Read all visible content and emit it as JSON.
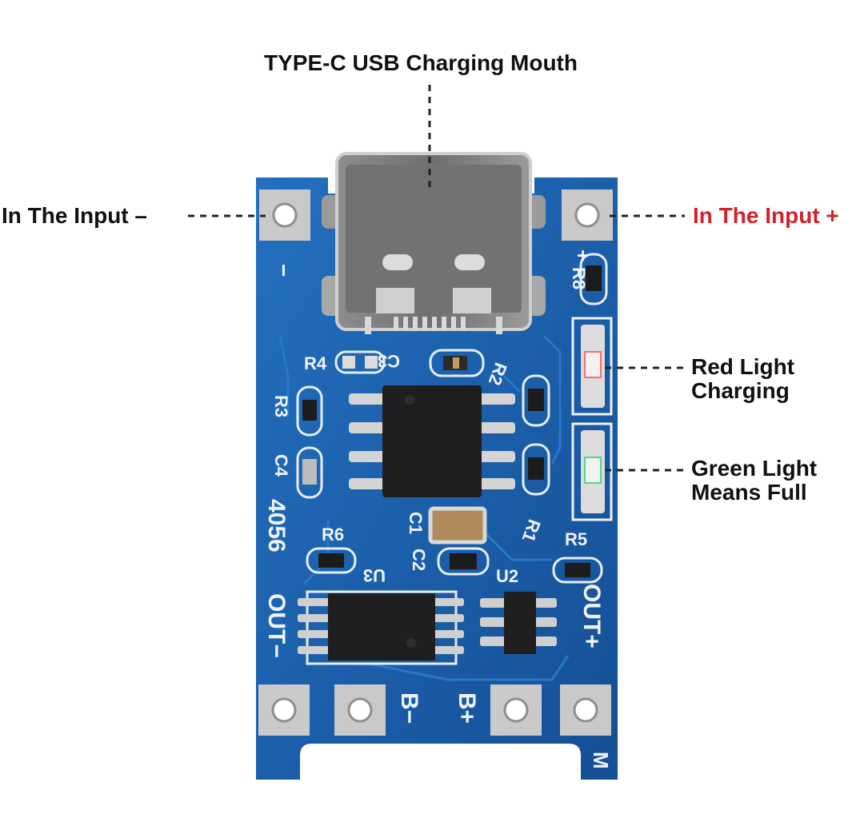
{
  "callouts": {
    "usb": "TYPE-C USB Charging Mouth",
    "input_neg": "In The Input –",
    "input_pos": "In The Input +",
    "red_light": [
      "Red Light",
      "Charging"
    ],
    "green_light": [
      "Green Light",
      "Means Full"
    ]
  },
  "silkscreen": {
    "r4": "R4",
    "c3": "C3",
    "r2": "R2",
    "r3": "R3",
    "c4": "C4",
    "r1": "R1",
    "c1": "C1",
    "c2": "C2",
    "r6": "R6",
    "u3": "U3",
    "u2": "U2",
    "r5": "R5",
    "r8": "R8",
    "model": "4056",
    "out_neg": "OUT−",
    "out_pos": "OUT+",
    "b_neg": "B−",
    "b_pos": "B+",
    "minus": "−",
    "plus": "+",
    "m": "M"
  },
  "colors": {
    "pcb": "#1a5fae",
    "red_callout": "#d0232a",
    "pad": "#c9c9c9"
  }
}
